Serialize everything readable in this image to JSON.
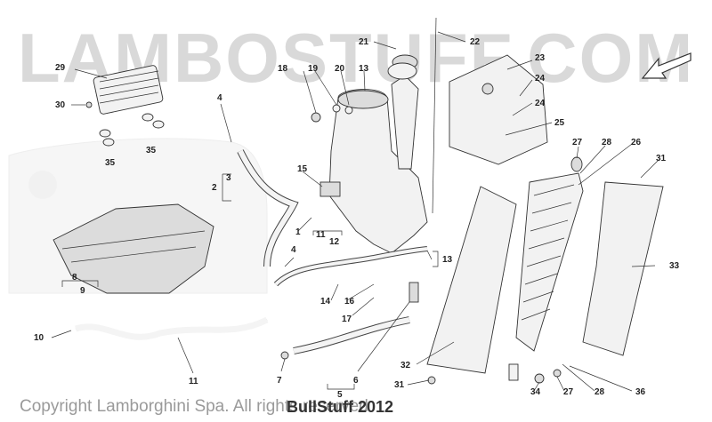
{
  "watermark": "LAMBOSTUFF.COM",
  "footer": {
    "copyright": "Copyright Lamborghini Spa. All rights reserved",
    "overlay": "BullStuff 2012"
  },
  "callouts": [
    {
      "id": "c29",
      "text": "29"
    },
    {
      "id": "c30",
      "text": "30"
    },
    {
      "id": "c35a",
      "text": "35"
    },
    {
      "id": "c35b",
      "text": "35"
    },
    {
      "id": "c4a",
      "text": "4"
    },
    {
      "id": "c18",
      "text": "18"
    },
    {
      "id": "c19",
      "text": "19"
    },
    {
      "id": "c20",
      "text": "20"
    },
    {
      "id": "c13",
      "text": "13"
    },
    {
      "id": "c21",
      "text": "21"
    },
    {
      "id": "c22",
      "text": "22"
    },
    {
      "id": "c23",
      "text": "23"
    },
    {
      "id": "c24a",
      "text": "24"
    },
    {
      "id": "c24b",
      "text": "24"
    },
    {
      "id": "c25",
      "text": "25"
    },
    {
      "id": "c27a",
      "text": "27"
    },
    {
      "id": "c28a",
      "text": "28"
    },
    {
      "id": "c26",
      "text": "26"
    },
    {
      "id": "c31a",
      "text": "31"
    },
    {
      "id": "c2",
      "text": "2"
    },
    {
      "id": "c3",
      "text": "3"
    },
    {
      "id": "c15",
      "text": "15"
    },
    {
      "id": "c1",
      "text": "1"
    },
    {
      "id": "c11a",
      "text": "11"
    },
    {
      "id": "c12",
      "text": "12"
    },
    {
      "id": "c4b",
      "text": "4"
    },
    {
      "id": "c13b",
      "text": "13"
    },
    {
      "id": "c33",
      "text": "33"
    },
    {
      "id": "c8",
      "text": "8"
    },
    {
      "id": "c9",
      "text": "9"
    },
    {
      "id": "c14",
      "text": "14"
    },
    {
      "id": "c16",
      "text": "16"
    },
    {
      "id": "c17",
      "text": "17"
    },
    {
      "id": "c10",
      "text": "10"
    },
    {
      "id": "c11b",
      "text": "11"
    },
    {
      "id": "c7",
      "text": "7"
    },
    {
      "id": "c5",
      "text": "5"
    },
    {
      "id": "c6",
      "text": "6"
    },
    {
      "id": "c32",
      "text": "32"
    },
    {
      "id": "c31b",
      "text": "31"
    },
    {
      "id": "c34",
      "text": "34"
    },
    {
      "id": "c27b",
      "text": "27"
    },
    {
      "id": "c28b",
      "text": "28"
    },
    {
      "id": "c36",
      "text": "36"
    }
  ]
}
